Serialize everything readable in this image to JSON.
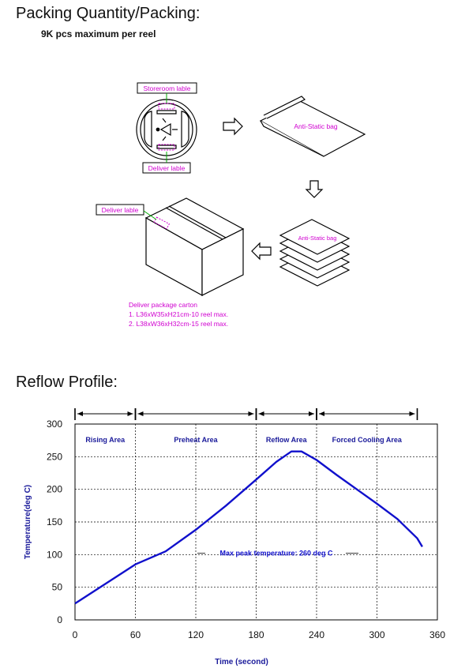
{
  "section1": {
    "title": "Packing Quantity/Packing:",
    "subtitle": "9K pcs maximum per reel"
  },
  "diagram": {
    "storeroom_label": "Storeroom lable",
    "deliver_label_reel": "Deliver lable",
    "anti_static_bag": "Anti-Static bag",
    "anti_static_bag_stack": "Anti-Static bag",
    "deliver_label_carton": "Deliver lable",
    "carton_title": "Deliver package carton",
    "carton_line1": "1.  L36xW35xH21cm-10 reel max.",
    "carton_line2": "2.  L38xW36xH32cm-15 reel max.",
    "label_color": "#d000d0"
  },
  "section2": {
    "title": "Reflow Profile:"
  },
  "chart_data": {
    "type": "line",
    "xlabel": "Time (second)",
    "ylabel": "Temperature(deg C)",
    "xlim": [
      0,
      360
    ],
    "ylim": [
      0,
      300
    ],
    "x_ticks": [
      "0",
      "60",
      "120",
      "180",
      "240",
      "300",
      "360"
    ],
    "y_ticks": [
      "0",
      "50",
      "100",
      "150",
      "200",
      "250",
      "300"
    ],
    "grid": true,
    "series_color": "#1010cc",
    "axis_label_color": "#1a1a9a",
    "x": [
      0,
      30,
      60,
      90,
      120,
      150,
      180,
      200,
      215,
      225,
      240,
      260,
      280,
      300,
      320,
      340,
      345
    ],
    "y": [
      25,
      55,
      85,
      105,
      138,
      175,
      215,
      242,
      258,
      258,
      245,
      222,
      200,
      178,
      155,
      125,
      112
    ],
    "zones": [
      {
        "label": "Rising Area",
        "start": 0,
        "end": 60
      },
      {
        "label": "Preheat Area",
        "start": 60,
        "end": 180
      },
      {
        "label": "Reflow Area",
        "start": 180,
        "end": 240
      },
      {
        "label": "Forced Cooling Area",
        "start": 240,
        "end": 340
      }
    ],
    "annotation": {
      "text": "Max peak temperature: 260 deg C",
      "x": 200,
      "y": 102
    }
  }
}
